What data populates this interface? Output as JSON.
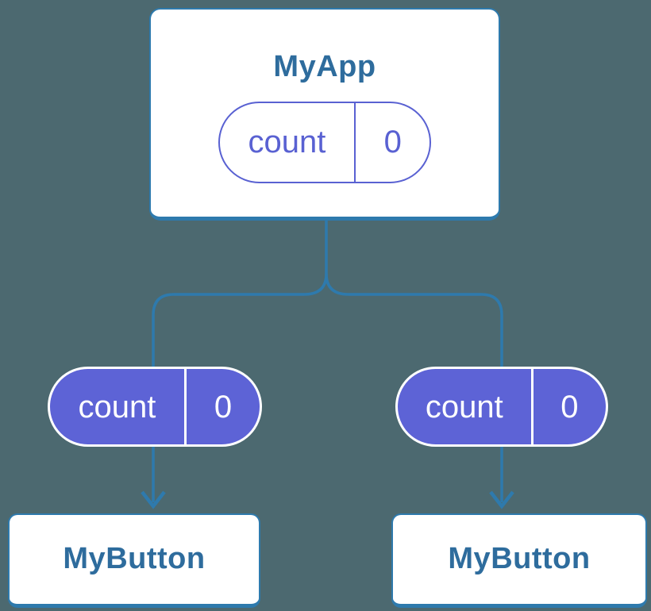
{
  "colors": {
    "background": "#4C6970",
    "card-fill": "#FFFFFF",
    "card-border": "#2E7AAD",
    "node-title": "#2E6C9D",
    "connector": "#2E7AAD",
    "pill-fill": "#5D63D6",
    "pill-line": "#5961D2",
    "pill-text": "#FFFFFF"
  },
  "diagram": {
    "parent": {
      "title": "MyApp",
      "state": {
        "label": "count",
        "value": "0"
      }
    },
    "children": [
      {
        "title": "MyButton",
        "prop": {
          "label": "count",
          "value": "0"
        }
      },
      {
        "title": "MyButton",
        "prop": {
          "label": "count",
          "value": "0"
        }
      }
    ]
  }
}
